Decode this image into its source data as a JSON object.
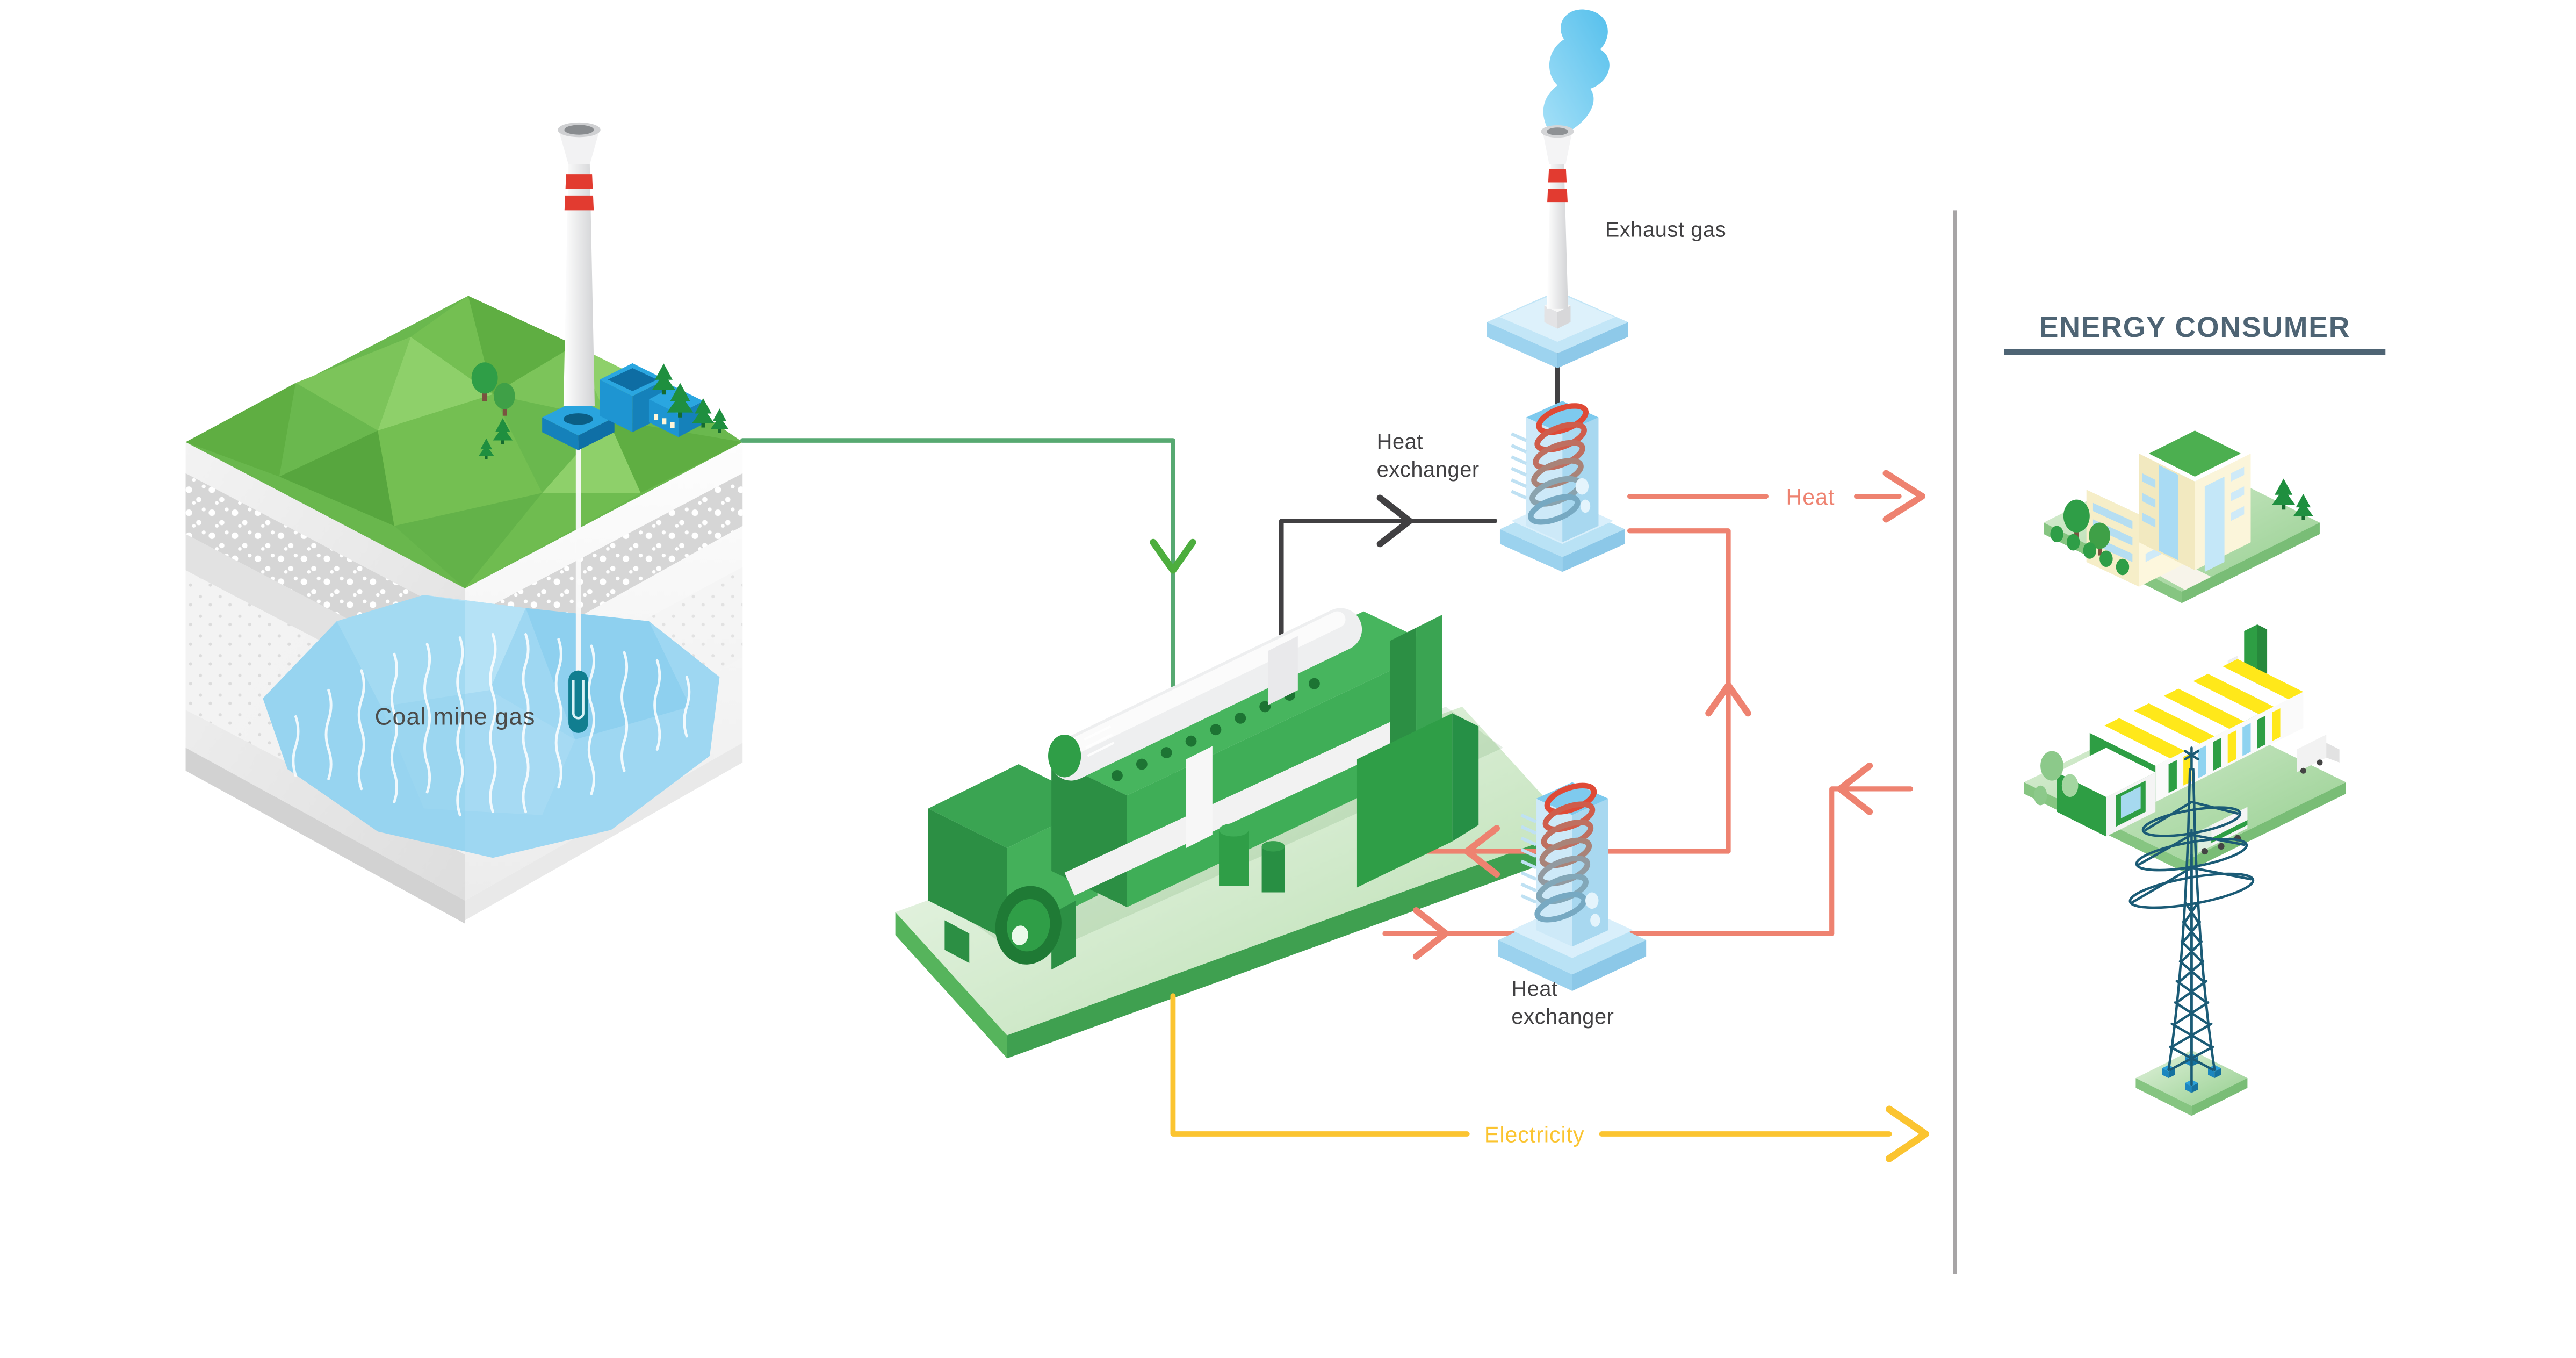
{
  "title": "ENERGY CONSUMER",
  "labels": {
    "coal_mine_gas": "Coal mine gas",
    "exhaust_gas": "Exhaust gas",
    "heat_exchanger_line1": "Heat",
    "heat_exchanger_line2": "exchanger",
    "heat_flow": "Heat",
    "electricity_flow": "Electricity"
  },
  "colors": {
    "gas_line": "#57A971",
    "gas_arrow": "#4DAE3E",
    "exhaust_line": "#414042",
    "heat_line": "#EE8270",
    "electricity_line": "#FBC430",
    "divider": "#A7A5A6",
    "title_text": "#4E6474",
    "label_text": "#414042"
  },
  "consumer_icons": [
    "office-building-icon",
    "factory-icon",
    "power-pylon-icon"
  ]
}
